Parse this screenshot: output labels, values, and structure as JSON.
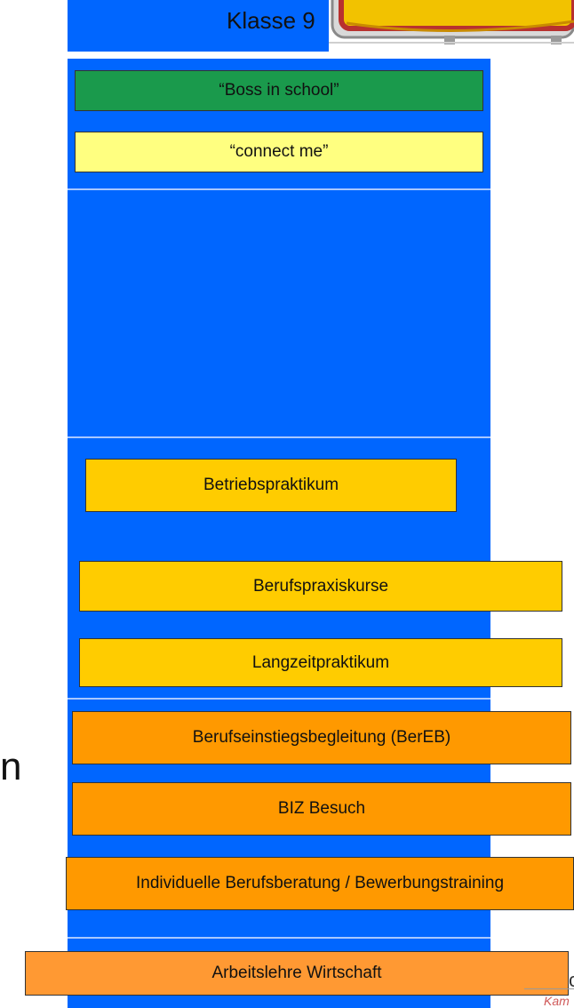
{
  "header": {
    "title": "Klasse 9"
  },
  "boxes": {
    "boss": {
      "label": "“Boss in school”",
      "color": "#1a9a4c"
    },
    "connect": {
      "label": "“connect me”",
      "color": "#ffff80"
    },
    "betriebspraktikum": {
      "label": "Betriebspraktikum",
      "color": "#ffcc00"
    },
    "berufspraxiskurse": {
      "label": "Berufspraxiskurse",
      "color": "#ffcc00"
    },
    "langzeitpraktikum": {
      "label": "Langzeitpraktikum",
      "color": "#ffcc00"
    },
    "bereb": {
      "label": "Berufseinstiegsbegleitung (BerEB)",
      "color": "#ff9900"
    },
    "biz": {
      "label": "BIZ Besuch",
      "color": "#ff9900"
    },
    "beratung": {
      "label": "Individuelle Berufsberatung / Bewerbungstraining",
      "color": "#ff9900"
    },
    "arbeitslehre": {
      "label": "Arbeitslehre Wirtschaft",
      "color": "#ff9933"
    }
  },
  "side_text": "n",
  "footer": {
    "mark": "c",
    "caption": "Kam"
  },
  "colors": {
    "column": "#0066ff",
    "divider": "#a9c8ff"
  }
}
